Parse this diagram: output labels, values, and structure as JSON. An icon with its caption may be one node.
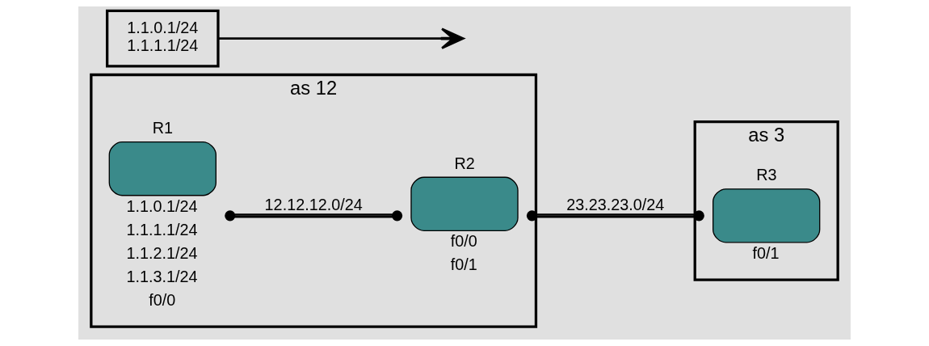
{
  "diagram": {
    "nodes": [
      {
        "text": [
          "as 12"
        ]
      },
      {
        "text": [
          "R1"
        ],
        "in": 0,
        "beside": [
          "1.1.0.1/24",
          "1.1.1.1/24",
          "1.1.2.1/24",
          "1.1.3.1/24",
          "f0/0"
        ]
      },
      {
        "text": [
          "R2"
        ],
        "in": 0,
        "beside": [
          "f0/0",
          "f0/1"
        ]
      },
      {
        "text": [
          "as 3"
        ]
      },
      {
        "text": [
          "R3"
        ],
        "in": 3,
        "beside": [
          "f0/1"
        ]
      },
      {
        "text": [
          "1.1.0.1/24",
          "1.1.1.1/24"
        ]
      }
    ],
    "edges": [
      {
        "from": 1,
        "to": 2,
        "arrow": "other",
        "label": "12.12.12.0/24"
      },
      {
        "from": 2,
        "to": 4,
        "arrow": "other",
        "label": "23.23.23.0/24"
      },
      {
        "from": 5,
        "to": null,
        "arrow": "to"
      }
    ]
  }
}
